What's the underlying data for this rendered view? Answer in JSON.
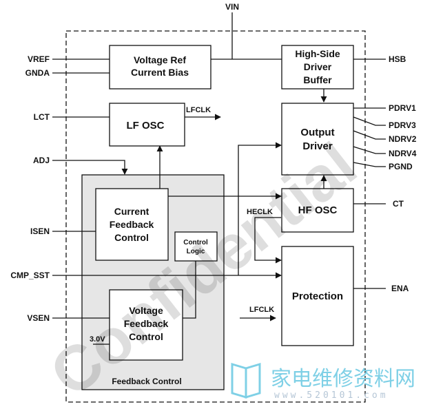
{
  "pins": {
    "vin": "VIN",
    "vref": "VREF",
    "gnda": "GNDA",
    "lct": "LCT",
    "adj": "ADJ",
    "isen": "ISEN",
    "cmp_sst": "CMP_SST",
    "vsen": "VSEN",
    "hsb": "HSB",
    "pdrv1": "PDRV1",
    "pdrv3": "PDRV3",
    "ndrv2": "NDRV2",
    "ndrv4": "NDRV4",
    "pgnd": "PGND",
    "ct": "CT",
    "ena": "ENA"
  },
  "blocks": {
    "vref_l1": "Voltage Ref",
    "vref_l2": "Current Bias",
    "hs_l1": "High-Side",
    "hs_l2": "Driver",
    "hs_l3": "Buffer",
    "lfosc": "LF OSC",
    "out_l1": "Output",
    "out_l2": "Driver",
    "cfb_l1": "Current",
    "cfb_l2": "Feedback",
    "cfb_l3": "Control",
    "cl_l1": "Control",
    "cl_l2": "Logic",
    "hfosc": "HF OSC",
    "prot": "Protection",
    "vfb_l1": "Voltage",
    "vfb_l2": "Feedback",
    "vfb_l3": "Control",
    "fb_group": "Feedback Control"
  },
  "signals": {
    "lfclk_out": "LFCLK",
    "heclk": "HECLK",
    "lfclk_in": "LFCLK",
    "ref_3v": "3.0V"
  },
  "watermark": {
    "text": "Confidential",
    "cn_text": "家电维修资料网",
    "url": "www.520101.com"
  },
  "colors": {
    "line": "#111111",
    "group_fill": "#e6e6e6",
    "watermark_cyan": "#7fd0e6"
  }
}
